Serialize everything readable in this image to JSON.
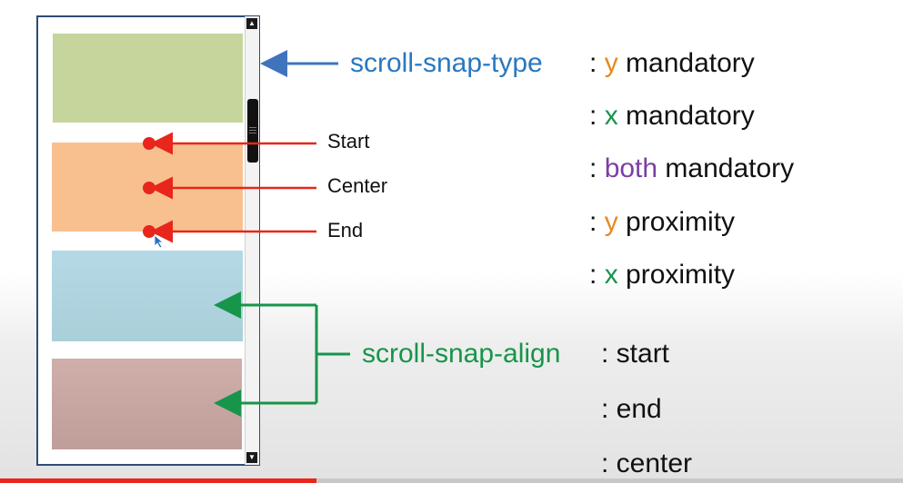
{
  "colors": {
    "frame_border": "#2f4b78",
    "green_box": "#c6d59c",
    "orange_box": "#f9c08f",
    "blue_box": "#b5d9e6",
    "rose_box": "#c9a8a5",
    "red_marker": "#e8261b",
    "blue_arrow": "#3f74bd",
    "green_arrow": "#17954a",
    "progress_played": "#e8261b"
  },
  "snap_points": {
    "start": "Start",
    "center": "Center",
    "end": "End"
  },
  "snap_type": {
    "label": "scroll-snap-type",
    "options": [
      {
        "sep": ":",
        "axis": "y",
        "axis_color": "orange",
        "value": "mandatory"
      },
      {
        "sep": ":",
        "axis": "x",
        "axis_color": "green",
        "value": "mandatory"
      },
      {
        "sep": ":",
        "axis": "both",
        "axis_color": "purple",
        "value": "mandatory"
      },
      {
        "sep": ":",
        "axis": "y",
        "axis_color": "orange",
        "value": "proximity"
      },
      {
        "sep": ":",
        "axis": "x",
        "axis_color": "green",
        "value": "proximity"
      }
    ]
  },
  "snap_align": {
    "label": "scroll-snap-align",
    "options": [
      ": start",
      ": end",
      ": center"
    ]
  },
  "video_progress": 0.35
}
